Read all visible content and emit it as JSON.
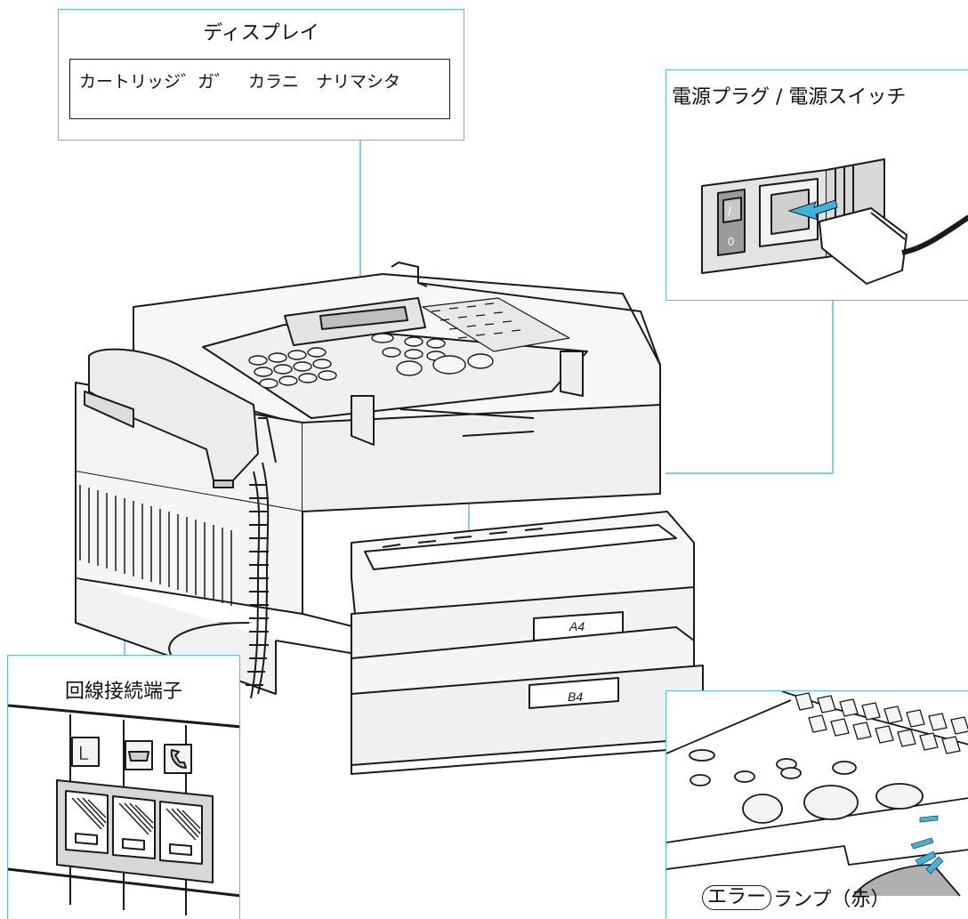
{
  "callouts": {
    "display": {
      "title": "ディスプレイ",
      "message": "カートリッジ゛ガ゛　カラニ　ナリマシタ"
    },
    "power": {
      "title": "電源プラグ / 電源スイッチ",
      "switch_on": "I",
      "switch_off": "0"
    },
    "line": {
      "title": "回線接続端子",
      "port_l": "L"
    },
    "error": {
      "lamp_name": "エラー",
      "title_suffix": "ランプ（赤）"
    }
  },
  "trays": {
    "upper": "A4",
    "lower": "B4"
  },
  "colors": {
    "callout_border": "#59bedc",
    "leader_line": "#59bedc",
    "lamp_flash": "#3fb2e0",
    "line_art": "#1a1a1a",
    "panel_gray": "#e9e9e9",
    "dark_gray": "#8c8c8c"
  }
}
